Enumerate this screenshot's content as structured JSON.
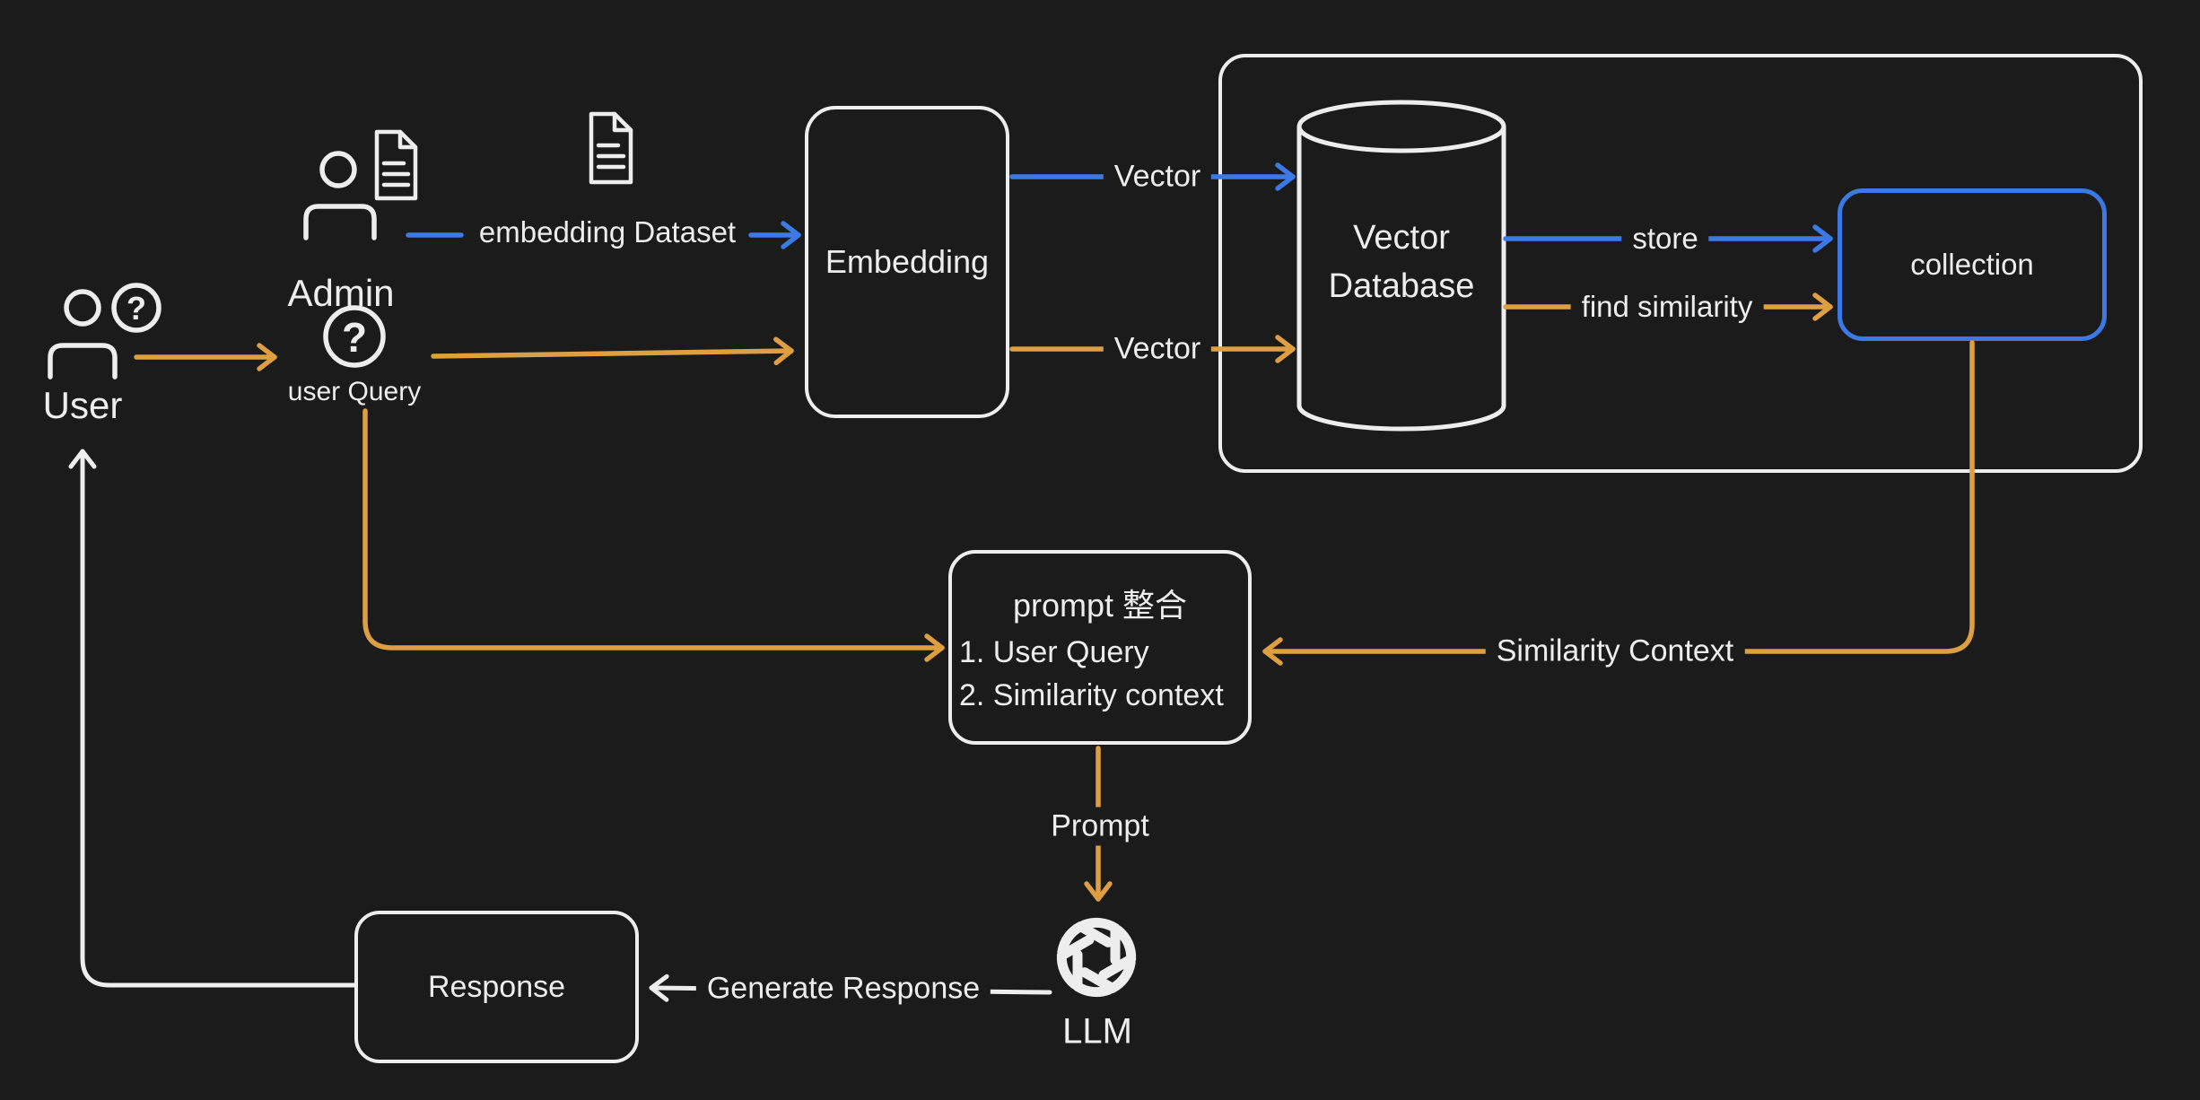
{
  "app": {
    "background": "#1b1b1b"
  },
  "colors": {
    "white": "#ededed",
    "blue": "#3b7ae6",
    "orange": "#dd9f40"
  },
  "icons": {
    "question_mark": "?",
    "person": "person-icon",
    "document": "document-icon",
    "openai_logo": "openai-logo-icon",
    "database_cylinder": "database-cylinder-icon"
  },
  "actors": {
    "user": {
      "label": "User"
    },
    "admin": {
      "label": "Admin"
    }
  },
  "nodes": {
    "user_query": {
      "label": "user Query"
    },
    "embedding": {
      "label": "Embedding"
    },
    "vector_database": {
      "line1": "Vector",
      "line2": "Database"
    },
    "collection": {
      "label": "collection",
      "border_color": "#3b7ae6"
    },
    "prompt": {
      "title": "prompt 整合",
      "items": [
        "1. User Query",
        "2. Similarity context"
      ]
    },
    "llm": {
      "label": "LLM"
    },
    "response": {
      "label": "Response"
    }
  },
  "edges": {
    "embedding_dataset": {
      "label": "embedding Dataset",
      "color": "#3b7ae6"
    },
    "vector_top": {
      "label": "Vector",
      "color": "#3b7ae6"
    },
    "vector_bottom": {
      "label": "Vector",
      "color": "#dd9f40"
    },
    "store": {
      "label": "store",
      "color": "#3b7ae6"
    },
    "find_similarity": {
      "label": "find similarity",
      "color": "#dd9f40"
    },
    "similarity_context": {
      "label": "Similarity Context",
      "color": "#dd9f40"
    },
    "prompt_arrow": {
      "label": "Prompt",
      "color": "#dd9f40"
    },
    "generate_response": {
      "label": "Generate Response",
      "color": "#ededed"
    }
  }
}
